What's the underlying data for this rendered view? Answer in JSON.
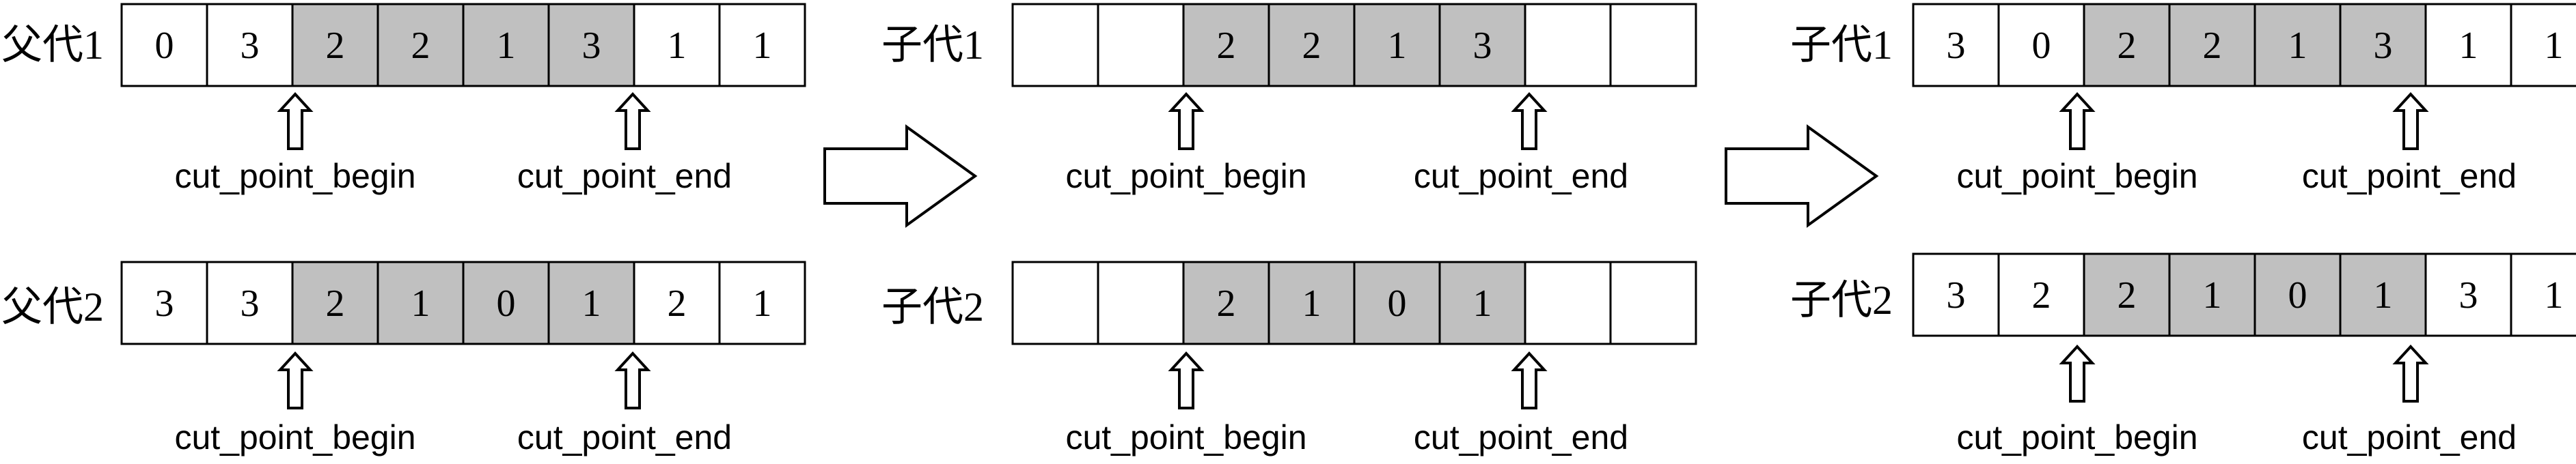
{
  "colors": {
    "highlight": "#c0c0c0",
    "plain": "#ffffff",
    "stroke": "#000000"
  },
  "highlight_range": [
    2,
    5
  ],
  "cut_labels": {
    "begin": "cut_point_begin",
    "end": "cut_point_end"
  },
  "transition_arrow_icon": "right-hollow-arrow-icon",
  "columns": [
    {
      "rows": [
        {
          "label": "父代1",
          "cells": [
            "0",
            "3",
            "2",
            "2",
            "1",
            "3",
            "1",
            "1"
          ]
        },
        {
          "label": "父代2",
          "cells": [
            "3",
            "3",
            "2",
            "1",
            "0",
            "1",
            "2",
            "1"
          ]
        }
      ]
    },
    {
      "rows": [
        {
          "label": "子代1",
          "cells": [
            "",
            "",
            "2",
            "2",
            "1",
            "3",
            "",
            ""
          ]
        },
        {
          "label": "子代2",
          "cells": [
            "",
            "",
            "2",
            "1",
            "0",
            "1",
            "",
            ""
          ]
        }
      ]
    },
    {
      "rows": [
        {
          "label": "子代1",
          "cells": [
            "3",
            "0",
            "2",
            "2",
            "1",
            "3",
            "1",
            "1"
          ]
        },
        {
          "label": "子代2",
          "cells": [
            "3",
            "2",
            "2",
            "1",
            "0",
            "1",
            "3",
            "1"
          ]
        }
      ]
    }
  ]
}
